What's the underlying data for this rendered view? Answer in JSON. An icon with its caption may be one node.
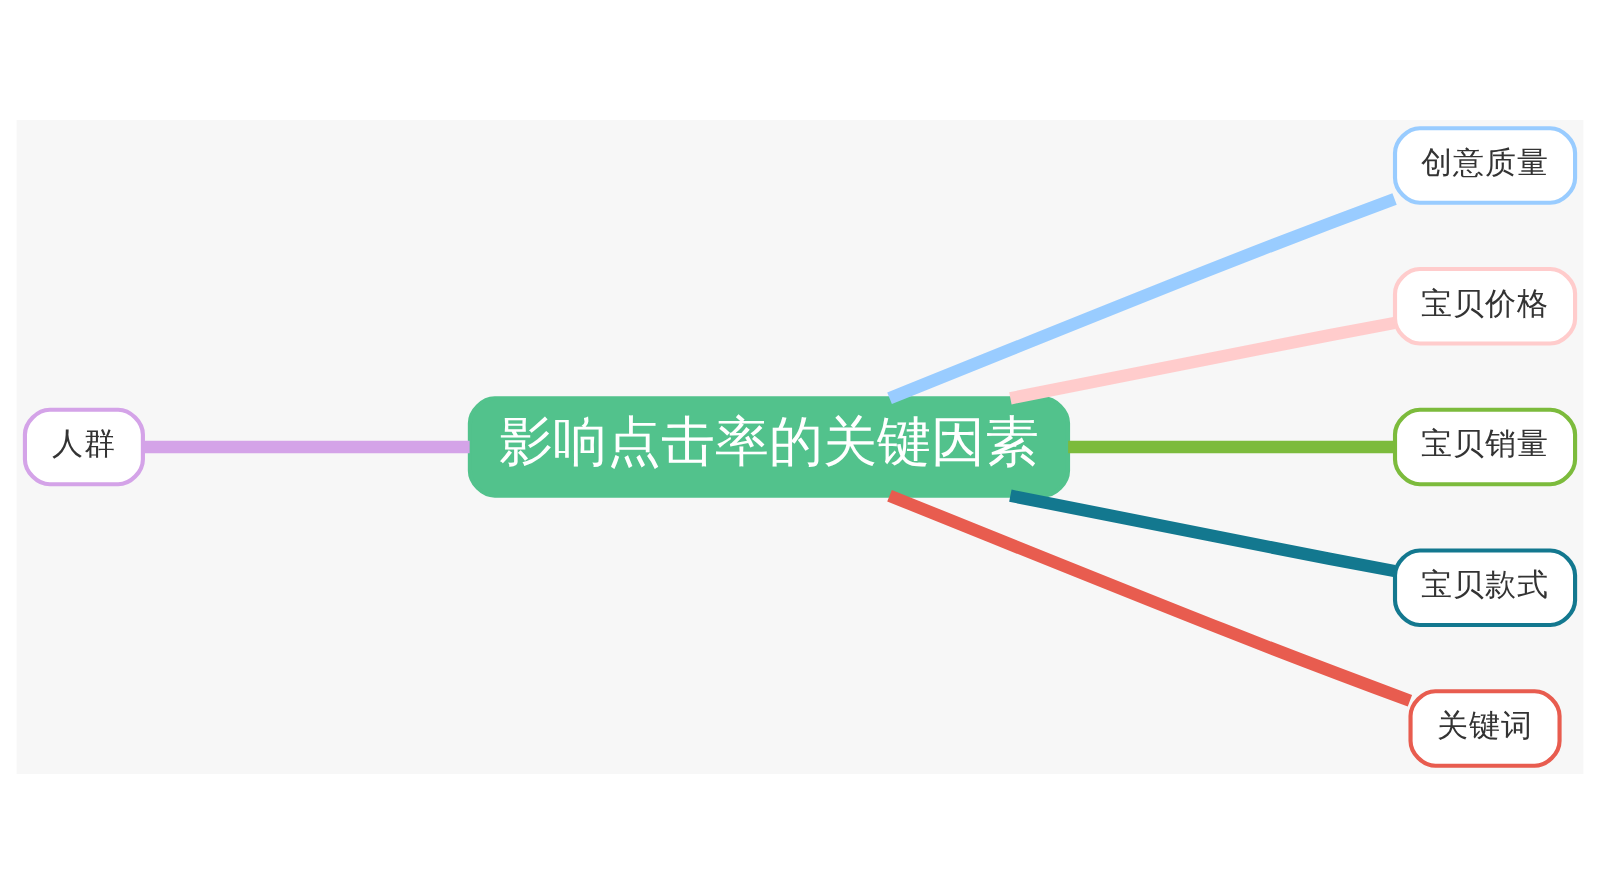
{
  "diagram": {
    "nodes": [
      {
        "text": [
          "影响点击率的关键因素"
        ]
      },
      {
        "text": [
          "人群"
        ]
      },
      {
        "text": [
          "创意质量"
        ]
      },
      {
        "text": [
          "宝贝价格"
        ]
      },
      {
        "text": [
          "宝贝销量"
        ]
      },
      {
        "text": [
          "宝贝款式"
        ]
      },
      {
        "text": [
          "关键词"
        ]
      }
    ],
    "edges": [
      {
        "from": 1,
        "to": 0,
        "arrow": "none",
        "color": "#d4a3e8"
      },
      {
        "from": 0,
        "to": 2,
        "arrow": "none",
        "color": "#99ccff"
      },
      {
        "from": 0,
        "to": 3,
        "arrow": "none",
        "color": "#ffcccc"
      },
      {
        "from": 0,
        "to": 4,
        "arrow": "none",
        "color": "#7cbb3c"
      },
      {
        "from": 0,
        "to": 5,
        "arrow": "none",
        "color": "#13788f"
      },
      {
        "from": 0,
        "to": 6,
        "arrow": "none",
        "color": "#e85c4f"
      }
    ]
  }
}
